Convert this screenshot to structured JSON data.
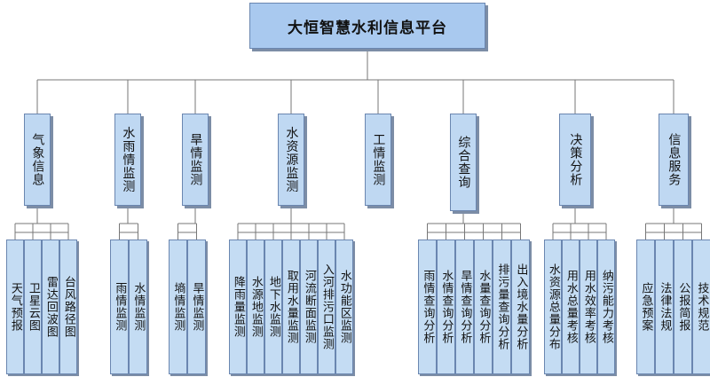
{
  "root": {
    "title": "大恒智慧水利信息平台"
  },
  "categories": [
    {
      "label": "气象信息",
      "children": [
        "天气预报",
        "卫星云图",
        "雷达回波图",
        "台风路径图"
      ]
    },
    {
      "label": "水雨情监测",
      "children": [
        "雨情监测",
        "水情监测"
      ]
    },
    {
      "label": "旱情监测",
      "children": [
        "墒情监测",
        "旱情监测"
      ]
    },
    {
      "label": "水资源监测",
      "children": [
        "降雨量监测",
        "水源地监测",
        "地下水监测",
        "取用水量监测",
        "河流断面监测",
        "入河排污口监测",
        "水功能区监测"
      ]
    },
    {
      "label": "工情监测",
      "children": []
    },
    {
      "label": "综合查询",
      "children": [
        "雨情查询分析",
        "水情查询分析",
        "旱情查询分析",
        "水量查询分析",
        "排污量查询分析",
        "出入境水量分析"
      ]
    },
    {
      "label": "决策分析",
      "children": [
        "水资源总量分布",
        "用水总量考核",
        "用水效率考核",
        "纳污能力考核"
      ]
    },
    {
      "label": "信息服务",
      "children": [
        "应急预案",
        "法律法规",
        "公报简报",
        "技术规范"
      ]
    }
  ]
}
